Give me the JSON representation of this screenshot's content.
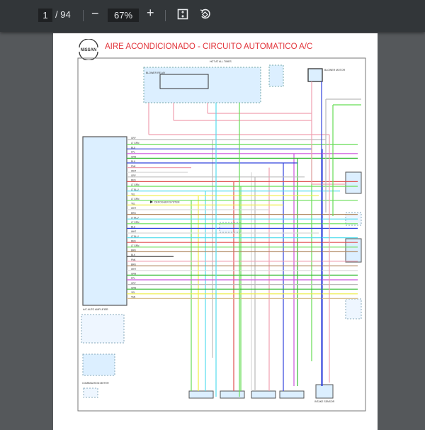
{
  "toolbar": {
    "current_page": "1",
    "total_pages": "/ 94",
    "zoom_level": "67%",
    "zoom_out_icon": "minus-icon",
    "zoom_in_icon": "plus-icon",
    "fit_icon": "fit-page-icon",
    "rotate_icon": "rotate-icon"
  },
  "document": {
    "logo_text": "NISSAN",
    "title": "AIRE ACONDICIONADO - CIRCUITO AUTOMATICO A/C",
    "labels": {
      "hot_at_all_times": "HOT AT ALL TIMES",
      "blower_relay": "BLOWER RELAY",
      "blower_motor": "BLOWER MOTOR",
      "amplifier": "A/C AUTO AMPLIFIER",
      "defogger": "DEFOGGER SYSTEM",
      "combination_meter": "COMBINATION METER",
      "intake_sensor": "INTAKE SENSOR"
    },
    "amplifier_wires": [
      "GRY",
      "LT GRN",
      "BLU",
      "PPL",
      "GRN",
      "BLU",
      "PNK",
      "WHT",
      "GRY",
      "RED",
      "LT GRN",
      "LT BLU",
      "YEL",
      "LT GRN",
      "YEL",
      "WHT",
      "BRN",
      "LT BLU",
      "LT GRN",
      "BLU",
      "WHT",
      "LT BLU",
      "RED",
      "LT GRN",
      "BRN",
      "BLK",
      "PNK",
      "BRN",
      "WHT",
      "GRN",
      "PPL",
      "GRY",
      "GRN",
      "YEL",
      "TAN"
    ]
  },
  "colors": {
    "title": "#e2353b",
    "toolbar": "#323639",
    "viewer_bg": "#55585b",
    "module_fill": "#dcefff"
  }
}
